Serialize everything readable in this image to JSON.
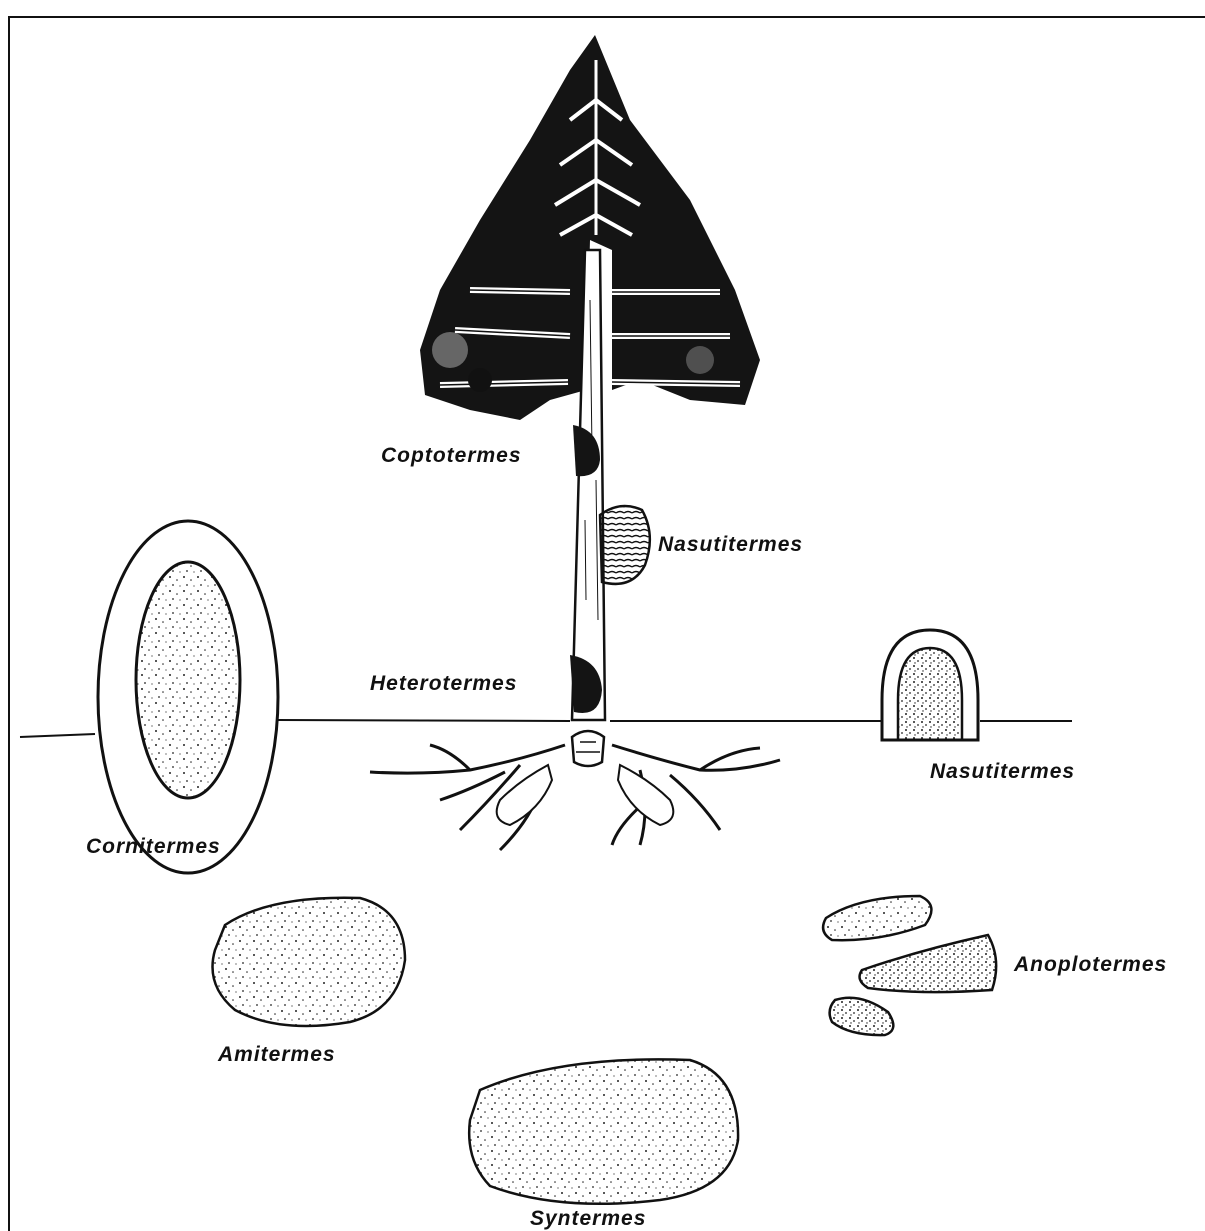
{
  "labels": {
    "coptotermes": "Coptotermes",
    "nasutitermes_tree": "Nasutitermes",
    "heterotermes": "Heterotermes",
    "nasutitermes_mound": "Nasutitermes",
    "cornitermes": "Cornitermes",
    "anoplotermes": "Anoplotermes",
    "amitermes": "Amitermes",
    "syntermes": "Syntermes"
  }
}
